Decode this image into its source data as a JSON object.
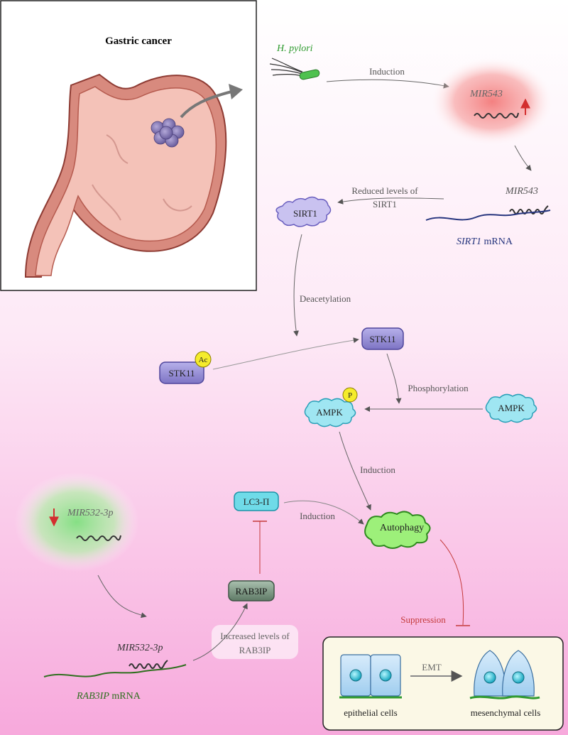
{
  "panel_title": "Gastric cancer",
  "labels": {
    "h_pylori": "H. pylori",
    "induction_top": "Induction",
    "mir543_up": "MIR543",
    "mir543_bound": "MIR543",
    "sirt1_mrna_gene": "SIRT1",
    "sirt1_mrna_suffix": " mRNA",
    "reduced_line1": "Reduced levels of",
    "reduced_line2": "SIRT1",
    "deacetylation": "Deacetylation",
    "phosphorylation": "Phosphorylation",
    "induction_mid": "Induction",
    "induction_lc3": "Induction",
    "mir532_up": "MIR532-3p",
    "mir532_bound": "MIR532-3p",
    "rab3ip_mrna_gene": "RAB3IP",
    "rab3ip_mrna_suffix": " mRNA",
    "increased_line1": "Increased levels of",
    "increased_line2": "RAB3IP",
    "suppression": "Suppression",
    "emt": "EMT",
    "epithelial": "epithelial cells",
    "mesenchymal": "mesenchymal cells"
  },
  "nodes": {
    "sirt1": "SIRT1",
    "stk11_ac": "STK11",
    "ac_badge": "Ac",
    "stk11": "STK11",
    "ampk_p": "AMPK",
    "p_badge": "P",
    "ampk": "AMPK",
    "lc3": "LC3-Π",
    "autophagy": "Autophagy",
    "rab3ip": "RAB3IP"
  },
  "colors": {
    "pathogen_green": "#2e9a2e",
    "upregulation_red": "#d32f2f",
    "sirt1_fill": "#c9c2f0",
    "stk11_fill": "#9b93d6",
    "ampk_fill": "#9fe6f2",
    "lc3_fill": "#6fdbe8",
    "autophagy_fill": "#9df07a",
    "rab3ip_fill": "#7f9a86",
    "background_pink": "#f7a9dc"
  }
}
